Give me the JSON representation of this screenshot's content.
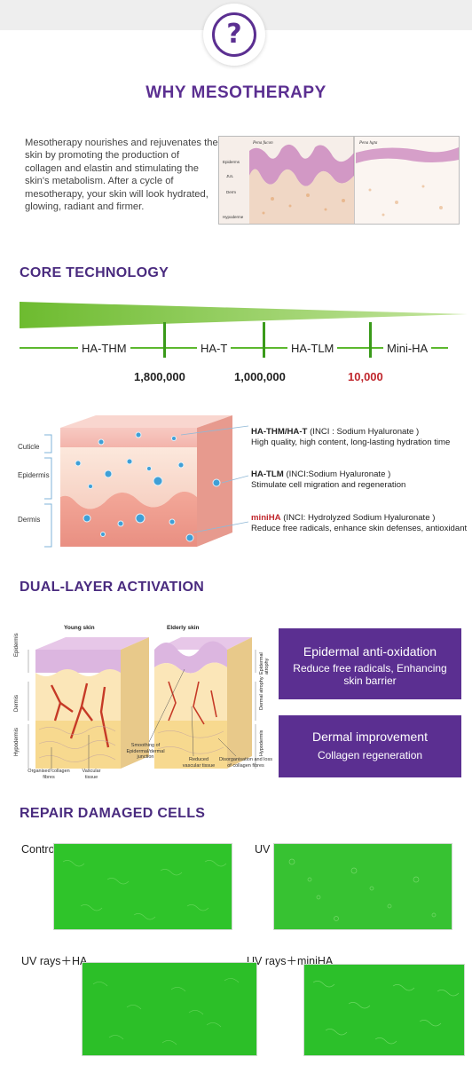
{
  "header": {
    "icon": "question-mark-icon",
    "glyph": "?",
    "title": "WHY MESOTHERAPY"
  },
  "why": {
    "text": "Mesotherapy nourishes and rejuvenates the skin by promoting the production of collagen and elastin and stimulating the skin's metabolism. After a cycle of mesotherapy, your skin will look hydrated, glowing, radiant and firmer.",
    "image": {
      "left_caption": "Pena fucon",
      "right_caption": "Pena hgta",
      "labels": [
        "Epiderms",
        "JUL",
        "Derm",
        "Hypoderme"
      ]
    }
  },
  "core": {
    "title": "CORE TECHNOLOGY",
    "segments": [
      "HA-THM",
      "HA-T",
      "HA-TLM",
      "Mini-HA"
    ],
    "values": [
      {
        "text": "1,800,000",
        "color": "#222222"
      },
      {
        "text": "1,000,000",
        "color": "#222222"
      },
      {
        "text": "10,000",
        "color": "#c0272d"
      }
    ],
    "accent": "#7cc53b"
  },
  "skin": {
    "side_labels": [
      "Cuticle",
      "Epidermis",
      "Dermis"
    ],
    "items": [
      {
        "name": "HA-THM/HA-T",
        "inci": "(INCI : Sodium Hyaluronate )",
        "desc": "High quality, high content, long-lasting hydration time",
        "name_color": "#222222"
      },
      {
        "name": "HA-TLM",
        "inci": "(INCI:Sodium Hyaluronate )",
        "desc": "Stimulate cell migration and regeneration",
        "name_color": "#222222"
      },
      {
        "name": "miniHA",
        "inci": "(INCI:  Hydrolyzed Sodium Hyaluronate )",
        "desc": "Reduce free radicals, enhance skin defenses, antioxidant",
        "name_color": "#c0272d"
      }
    ]
  },
  "dual": {
    "title": "DUAL-LAYER ACTIVATION",
    "young_label": "Young skin",
    "elderly_label": "Elderly skin",
    "left_side": [
      "Epidermis",
      "Dermis",
      "Hypodermis"
    ],
    "right_side": [
      "Epidermal atrophy",
      "Dermal atrophy",
      "Hypodermis"
    ],
    "captions": [
      "Organised collagen fibres",
      "Vascular tissue",
      "Smoothing of Epidermal/dermal junction",
      "Reduced vascular tissue",
      "Disorganisation and loss of collagen fibres"
    ],
    "boxes": [
      {
        "title": "Epidermal anti-oxidation",
        "desc": "Reduce free radicals, Enhancing skin barrier"
      },
      {
        "title": "Dermal improvement",
        "desc": "Collagen regeneration"
      }
    ],
    "box_color": "#5b2f91"
  },
  "repair": {
    "title": "REPAIR DAMAGED CELLS",
    "photos": [
      {
        "label": "Control"
      },
      {
        "label": "UV rays"
      },
      {
        "label": "UV rays＋HA"
      },
      {
        "label": "UV rays＋miniHA"
      }
    ],
    "photo_color": "#2fc42a"
  }
}
